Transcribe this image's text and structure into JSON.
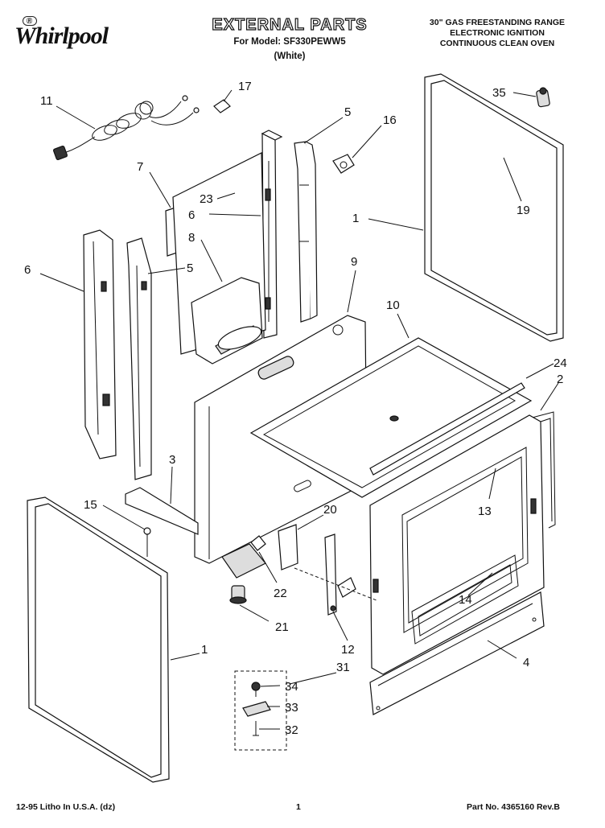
{
  "header": {
    "brand_small": "Ⓡ",
    "brand": "Whirlpool",
    "title": "EXTERNAL PARTS",
    "model_line": "For Model: SF330PEWW5",
    "color_line": "(White)",
    "description": [
      "30\" GAS FREESTANDING RANGE",
      "ELECTRONIC IGNITION",
      "CONTINUOUS CLEAN OVEN"
    ]
  },
  "callouts": {
    "c1a": "1",
    "c1b": "1",
    "c2": "2",
    "c3": "3",
    "c4": "4",
    "c5a": "5",
    "c5b": "5",
    "c6a": "6",
    "c6b": "6",
    "c7": "7",
    "c8": "8",
    "c9": "9",
    "c10": "10",
    "c11": "11",
    "c12": "12",
    "c13": "13",
    "c14": "14",
    "c15": "15",
    "c16": "16",
    "c17": "17",
    "c19": "19",
    "c20": "20",
    "c21": "21",
    "c22": "22",
    "c23": "23",
    "c24": "24",
    "c31": "31",
    "c32": "32",
    "c33": "33",
    "c34": "34",
    "c35": "35"
  },
  "footer": {
    "litho": "12-95 Litho In U.S.A. (dz)",
    "page": "1",
    "part_no": "Part No. 4365160 Rev.B"
  }
}
